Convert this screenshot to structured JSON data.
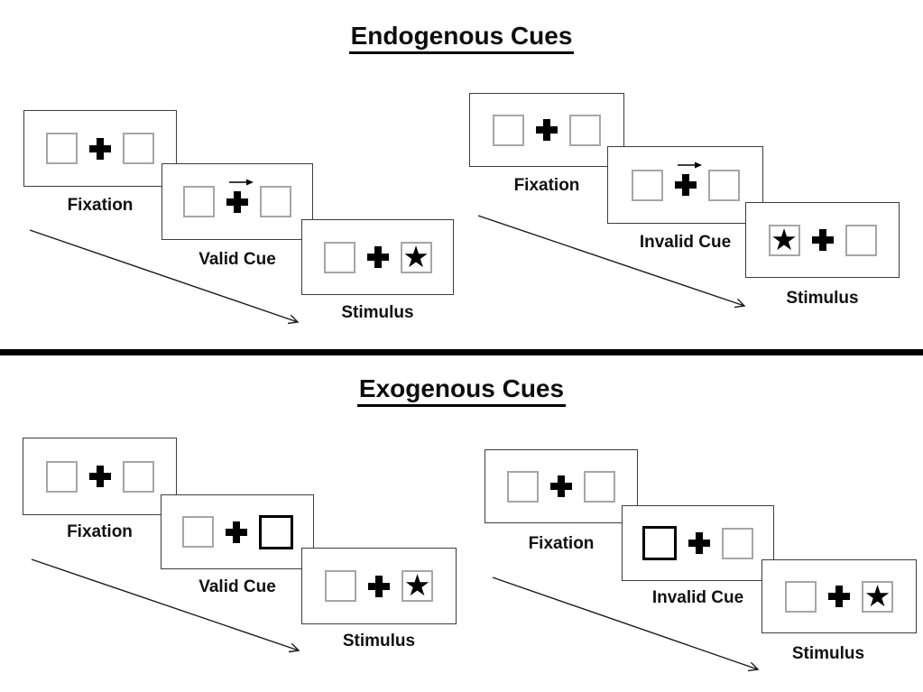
{
  "figure": {
    "glyphs": {
      "star": "★"
    },
    "sections": [
      {
        "title": "Endogenous Cues",
        "cue_style": "central arrow above fixation cross",
        "trials": [
          {
            "type": "valid",
            "cue_direction": "right",
            "stimulus_side": "right",
            "panels": [
              {
                "label": "Fixation",
                "content": "two empty boxes with central cross"
              },
              {
                "label": "Valid Cue",
                "content": "right-pointing arrow above central cross"
              },
              {
                "label": "Stimulus",
                "content": "star in right box"
              }
            ]
          },
          {
            "type": "invalid",
            "cue_direction": "right",
            "stimulus_side": "left",
            "panels": [
              {
                "label": "Fixation",
                "content": "two empty boxes with central cross"
              },
              {
                "label": "Invalid Cue",
                "content": "right-pointing arrow above central cross"
              },
              {
                "label": "Stimulus",
                "content": "star in left box"
              }
            ]
          }
        ]
      },
      {
        "title": "Exogenous Cues",
        "cue_style": "peripheral box highlighted bold",
        "trials": [
          {
            "type": "valid",
            "cue_side": "right",
            "stimulus_side": "right",
            "panels": [
              {
                "label": "Fixation",
                "content": "two empty boxes with central cross"
              },
              {
                "label": "Valid Cue",
                "content": "bold highlighted right box"
              },
              {
                "label": "Stimulus",
                "content": "star in right box"
              }
            ]
          },
          {
            "type": "invalid",
            "cue_side": "left",
            "stimulus_side": "right",
            "panels": [
              {
                "label": "Fixation",
                "content": "two empty boxes with central cross"
              },
              {
                "label": "Invalid Cue",
                "content": "bold highlighted left box"
              },
              {
                "label": "Stimulus",
                "content": "star in right box"
              }
            ]
          }
        ]
      }
    ]
  }
}
